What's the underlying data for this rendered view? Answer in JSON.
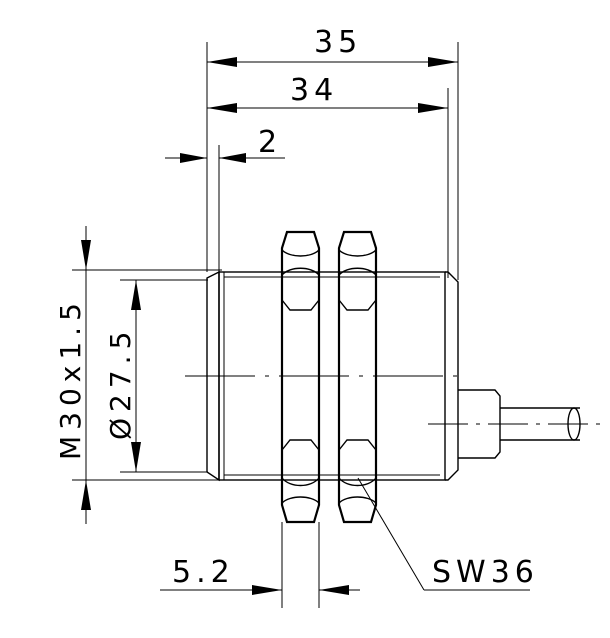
{
  "drawing": {
    "dimensions": {
      "overall_length": "35",
      "body_length": "34",
      "flange_offset": "2",
      "thread": "M30x1.5",
      "diameter": "Ø27.5",
      "nut_thickness": "5.2",
      "wrench_size": "SW36"
    }
  }
}
